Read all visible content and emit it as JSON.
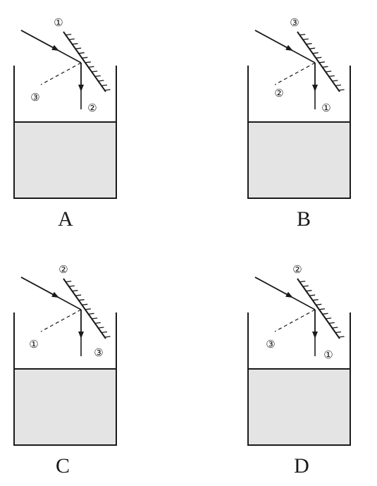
{
  "panels": [
    {
      "letter": "A",
      "mirror_marker": "①",
      "left_marker": "③",
      "right_marker": "②"
    },
    {
      "letter": "B",
      "mirror_marker": "③",
      "left_marker": "②",
      "right_marker": "①"
    },
    {
      "letter": "C",
      "mirror_marker": "②",
      "left_marker": "①",
      "right_marker": "③"
    },
    {
      "letter": "D",
      "mirror_marker": "②",
      "left_marker": "③",
      "right_marker": "①"
    }
  ],
  "colors": {
    "line": "#1a1a1a",
    "water": "#e4e4e4"
  }
}
